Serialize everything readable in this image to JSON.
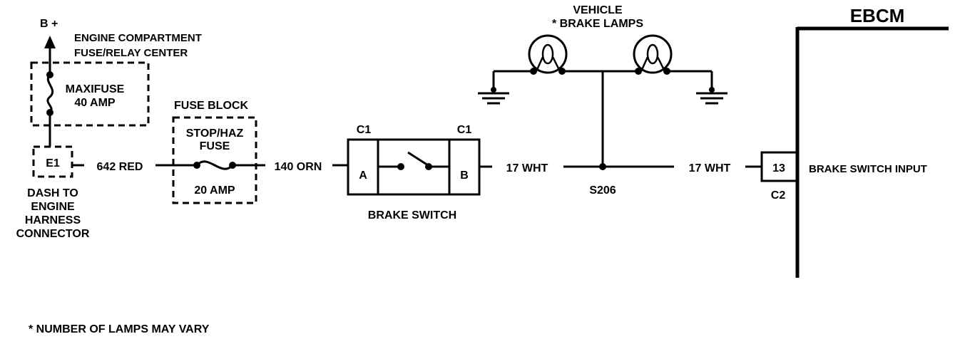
{
  "power": {
    "label": "B +"
  },
  "fuse_relay_center": {
    "line1": "ENGINE COMPARTMENT",
    "line2": "FUSE/RELAY CENTER"
  },
  "maxifuse": {
    "line1": "MAXIFUSE",
    "line2": "40 AMP"
  },
  "dash_connector": {
    "pin": "E1",
    "line1": "DASH TO",
    "line2": "ENGINE",
    "line3": "HARNESS",
    "line4": "CONNECTOR"
  },
  "wires": {
    "w642": "642 RED",
    "w140": "140 ORN",
    "w17a": "17 WHT",
    "w17b": "17 WHT"
  },
  "fuse_block": {
    "title": "FUSE BLOCK",
    "line1": "STOP/HAZ",
    "line2": "FUSE",
    "rating": "20 AMP"
  },
  "brake_switch": {
    "c1_left": "C1",
    "c1_right": "C1",
    "pin_a": "A",
    "pin_b": "B",
    "label": "BRAKE SWITCH"
  },
  "splice": {
    "label": "S206"
  },
  "lamps": {
    "line1": "VEHICLE",
    "line2": "* BRAKE LAMPS"
  },
  "ebcm": {
    "title": "EBCM",
    "pin": "13",
    "connector": "C2",
    "input_label": "BRAKE SWITCH INPUT"
  },
  "footnote": "* NUMBER OF LAMPS MAY VARY"
}
